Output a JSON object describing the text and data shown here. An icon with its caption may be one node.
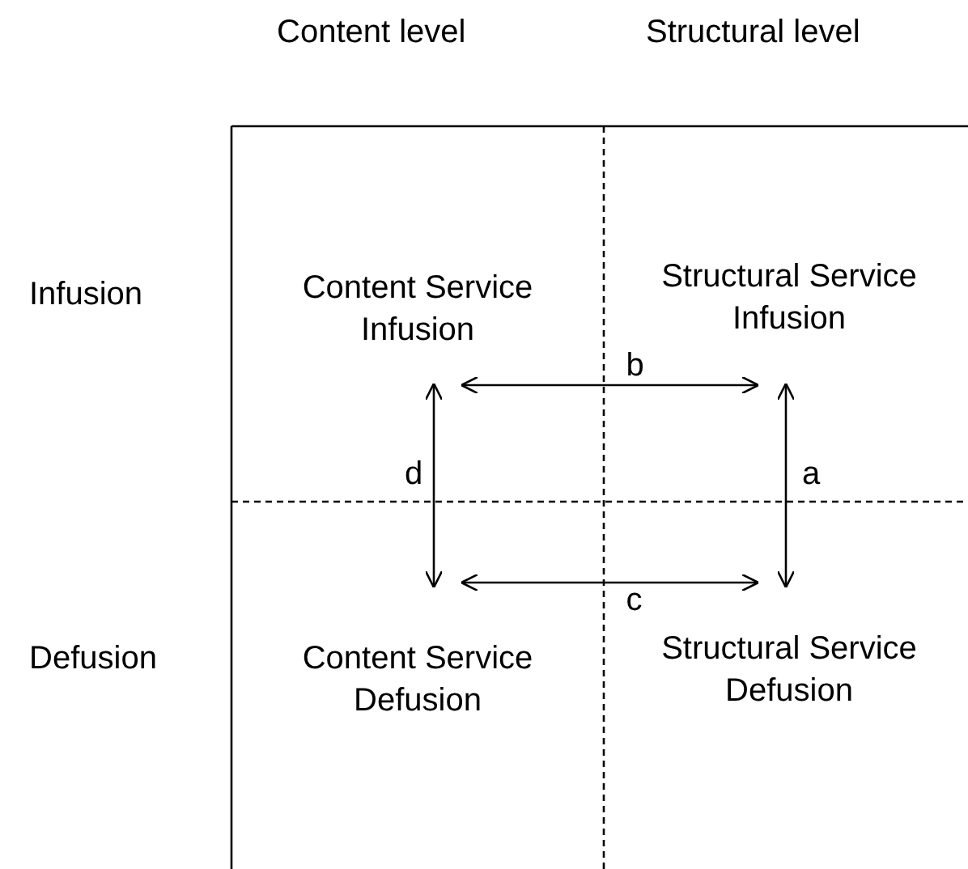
{
  "diagram": {
    "nodes": [
      {
        "text": [
          "Content Service Infusion"
        ]
      },
      {
        "text": [
          "Structural Service Infusion"
        ]
      },
      {
        "text": [
          "Content Service Defusion"
        ]
      },
      {
        "text": [
          "Structural Service Defusion"
        ]
      }
    ],
    "edges": [
      {
        "from": 0,
        "to": 1,
        "arrow": "both",
        "label": "b"
      },
      {
        "from": 0,
        "to": 2,
        "arrow": "both",
        "label": "d"
      },
      {
        "from": 1,
        "to": 3,
        "arrow": "both",
        "label": "a"
      },
      {
        "from": 2,
        "to": 3,
        "arrow": "both",
        "label": "c"
      }
    ],
    "labels": [
      "Content level",
      "Structural level",
      "Infusion",
      "Defusion"
    ]
  }
}
